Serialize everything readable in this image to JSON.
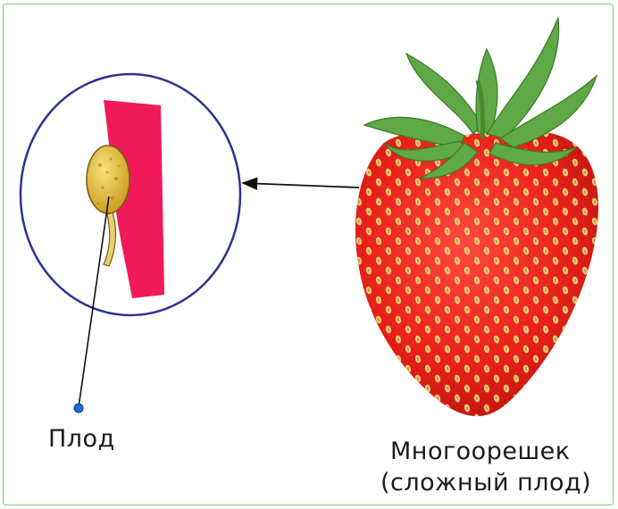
{
  "diagram": {
    "labels": {
      "fruit": "Плод",
      "compound_line1": "Многоорешек",
      "compound_line2": "(сложный плод)"
    },
    "colors": {
      "frame": "#7ec87e",
      "circle_border": "#2e3192",
      "receptacle": "#f0195a",
      "achene": "#e6c23a",
      "strawberry": "#e8211a",
      "seed": "#f2d27a",
      "leaf": "#5fa846",
      "pointer_dot": "#1d6fd6"
    },
    "icons": {
      "zoom": "magnified-achene-icon",
      "strawberry": "strawberry-icon"
    }
  }
}
